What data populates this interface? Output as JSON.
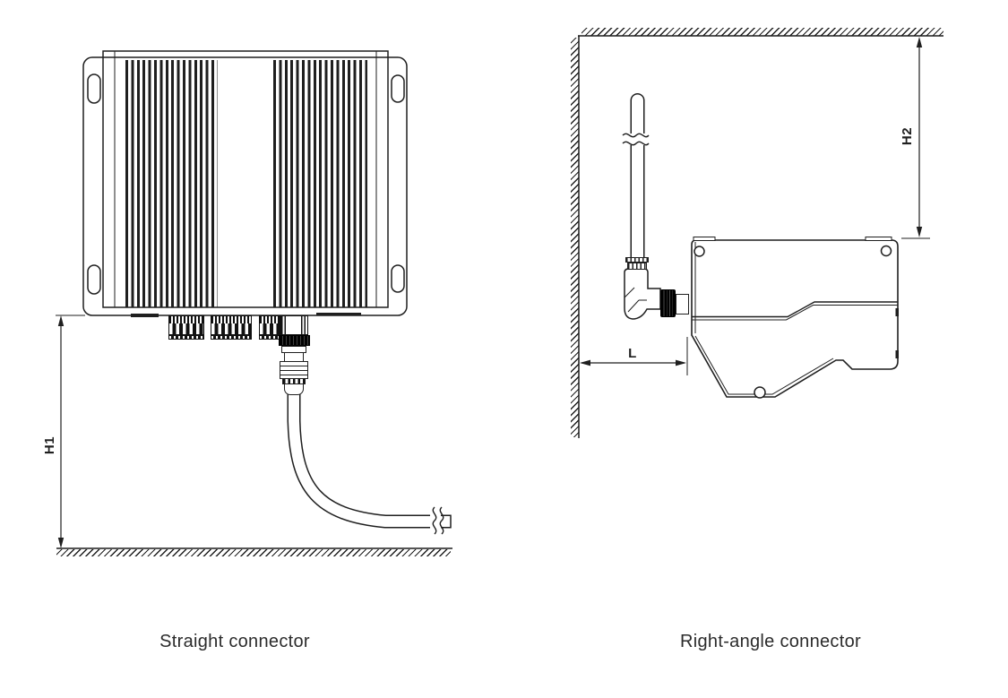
{
  "colors": {
    "line": "#1f1f1f",
    "text": "#2b2b2b",
    "background": "#ffffff"
  },
  "figures": {
    "left": {
      "caption": "Straight connector",
      "dimensions": {
        "h1": "H1"
      }
    },
    "right": {
      "caption": "Right-angle connector",
      "dimensions": {
        "h2": "H2",
        "l": "L"
      }
    }
  }
}
